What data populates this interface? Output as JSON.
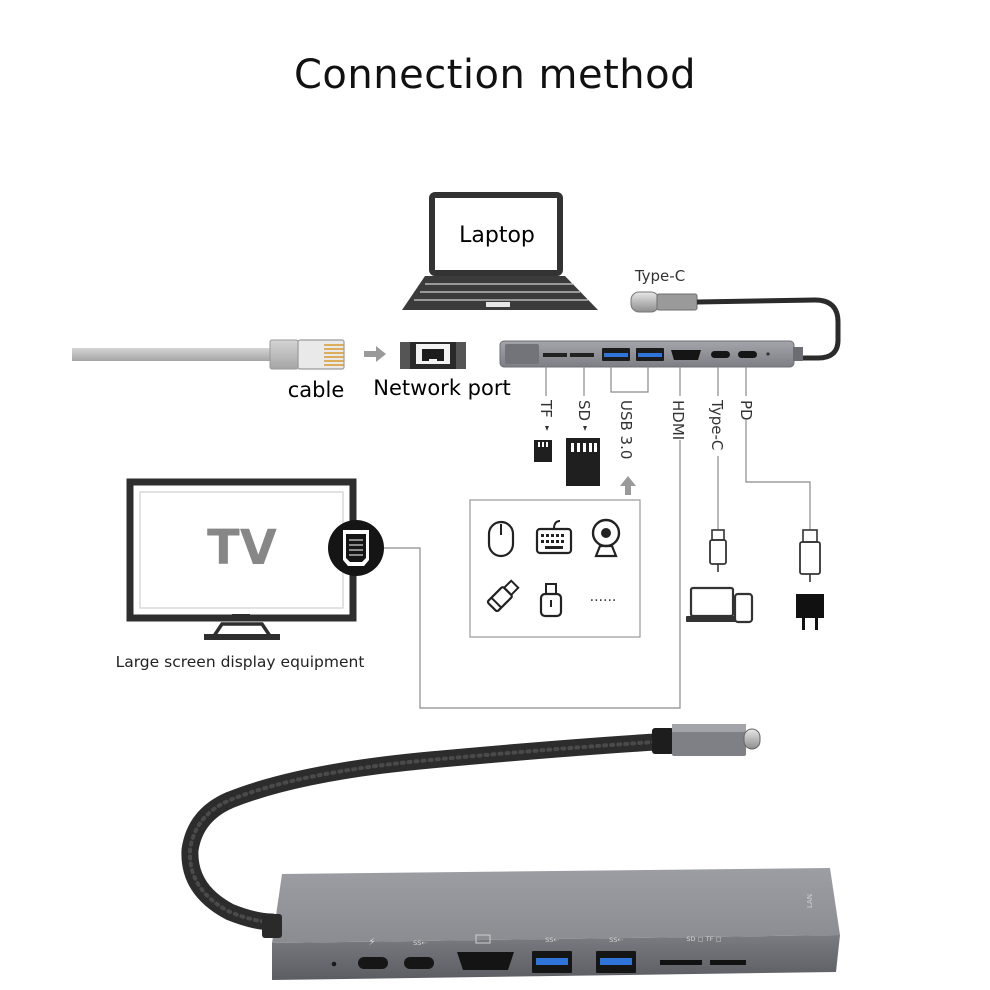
{
  "title": "Connection method",
  "labels": {
    "laptop": "Laptop",
    "type_c_cable": "Type-C",
    "cable": "cable",
    "network_port": "Network port",
    "tv": "TV",
    "large_screen": "Large screen display equipment",
    "ellipsis": "......",
    "hub_port_marks": {
      "pd": "⚡",
      "ss1": "SS⇠",
      "ss2": "SS⇠",
      "ss3": "SS⇠",
      "sd_tf": "SD ▢ TF ▢"
    }
  },
  "ports": [
    {
      "label": "TF"
    },
    {
      "label": "SD"
    },
    {
      "label": "USB 3.0"
    },
    {
      "label": "HDMI"
    },
    {
      "label": "Type-C"
    },
    {
      "label": "PD"
    }
  ],
  "colors": {
    "line": "#8a8a8a",
    "hub_body": "#8d8f94",
    "hub_dark": "#5e6066",
    "cable": "#2a2a2a",
    "usb_blue": "#2f74d8",
    "arrow": "#9a9a9a"
  },
  "icons": [
    "laptop-icon",
    "rj45-plug-icon",
    "network-port-icon",
    "tv-icon",
    "hdmi-connector-icon",
    "mouse-icon",
    "keyboard-icon",
    "webcam-icon",
    "usb-stick-icon",
    "usb-drive-icon",
    "micro-sd-icon",
    "sd-card-icon",
    "usb-c-plug-icon",
    "usb-a-plug-icon",
    "laptop-phone-icon",
    "power-adapter-icon"
  ]
}
